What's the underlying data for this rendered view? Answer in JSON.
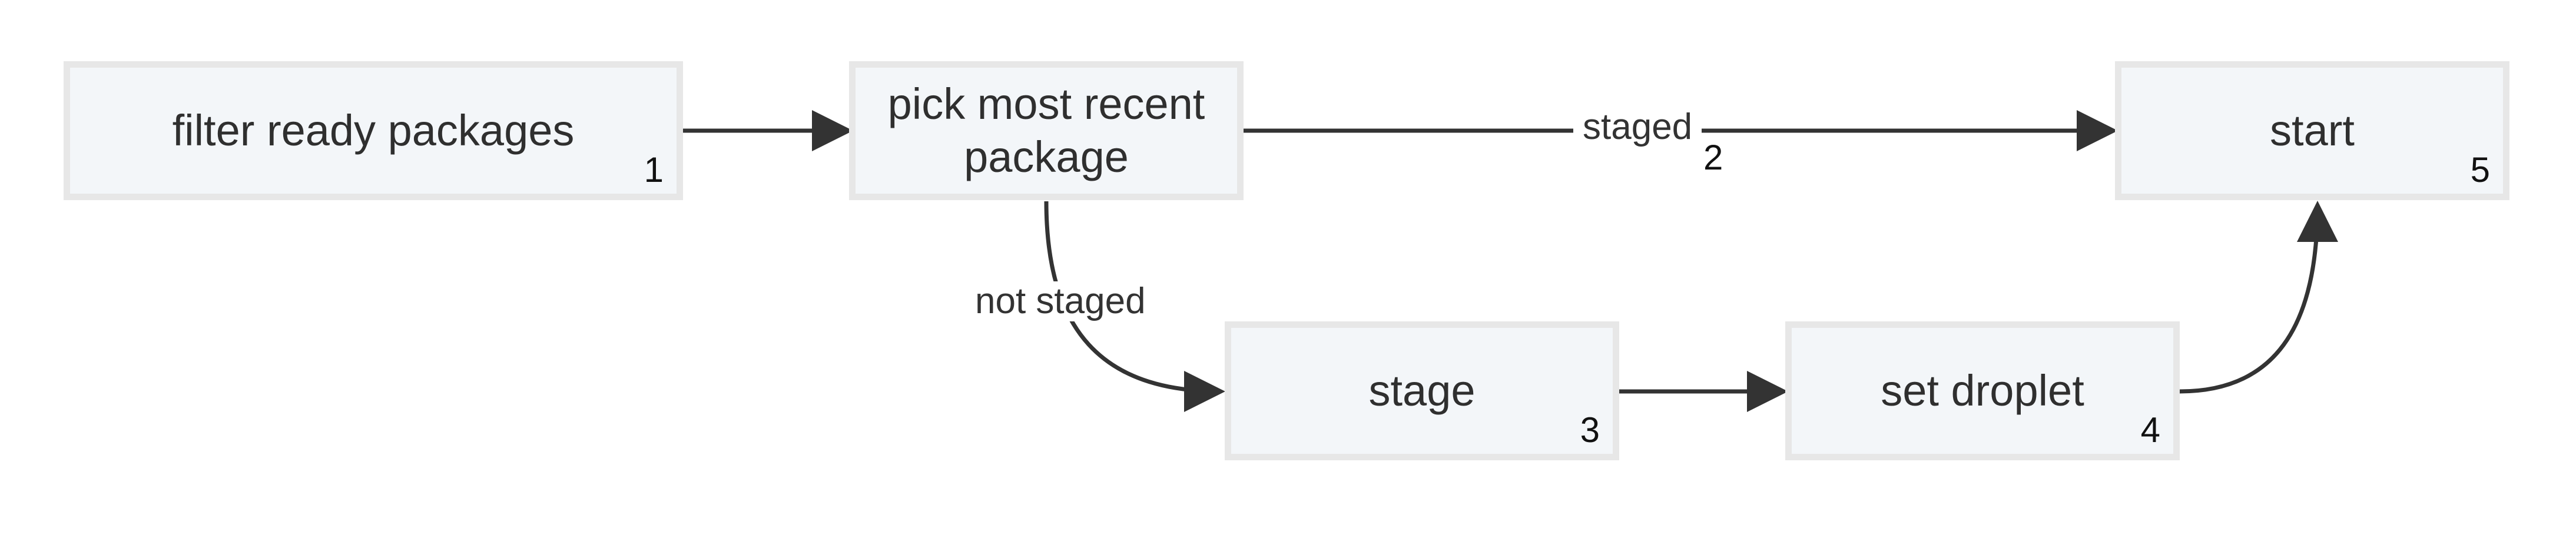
{
  "nodes": [
    {
      "label": "filter ready packages",
      "number": "1"
    },
    {
      "label": "pick most recent package",
      "number": ""
    },
    {
      "label": "stage",
      "number": "3"
    },
    {
      "label": "set droplet",
      "number": "4"
    },
    {
      "label": "start",
      "number": "5"
    }
  ],
  "edges": {
    "staged": {
      "label": "staged",
      "number": "2"
    },
    "not_staged": {
      "label": "not staged"
    }
  },
  "colors": {
    "node_fill": "#f3f6f9",
    "node_border": "#e7e7e7",
    "edge": "#333333",
    "text": "#2f2f2f"
  }
}
